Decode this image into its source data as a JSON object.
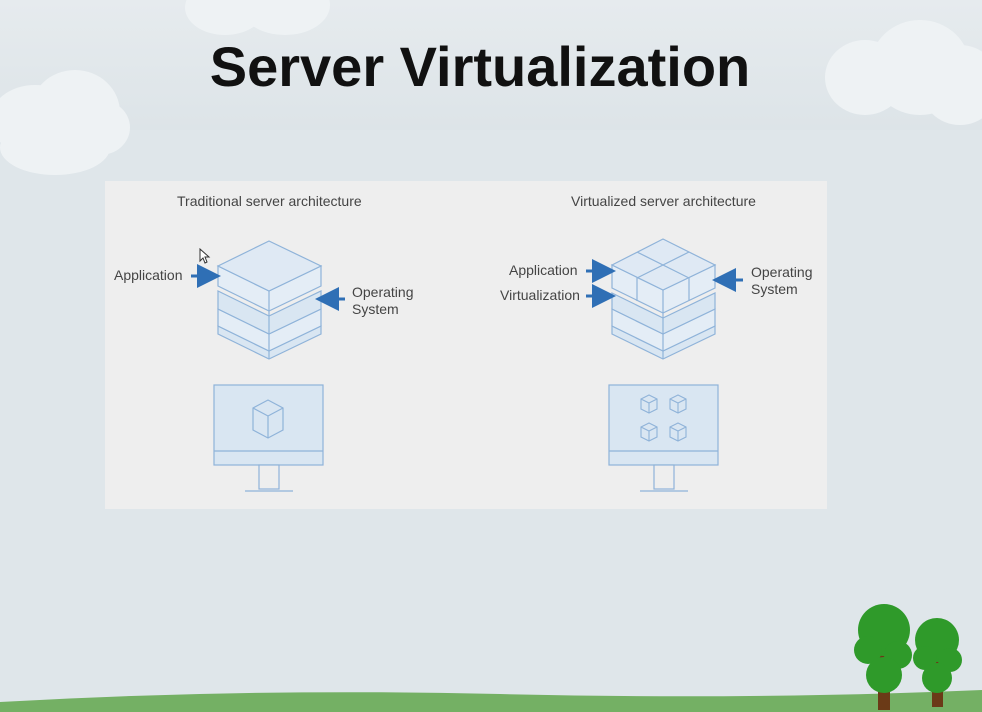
{
  "slide": {
    "title": "Server Virtualization"
  },
  "traditional": {
    "heading": "Traditional server architecture",
    "labels": {
      "application": "Application",
      "operating_system": [
        "Operating",
        "System"
      ]
    }
  },
  "virtualized": {
    "heading": "Virtualized server architecture",
    "labels": {
      "application": "Application",
      "virtualization": "Virtualization",
      "operating_system": [
        "Operating",
        "System"
      ]
    }
  },
  "colors": {
    "background": "#dfe6ea",
    "panel": "#eeeeee",
    "cube_fill": "#d9e6f2",
    "cube_stroke": "#8fb3d9",
    "arrow": "#2f6fb5",
    "grass": "#74b064",
    "tree_leaf": "#2f9a2a",
    "tree_trunk": "#6b3a17"
  }
}
